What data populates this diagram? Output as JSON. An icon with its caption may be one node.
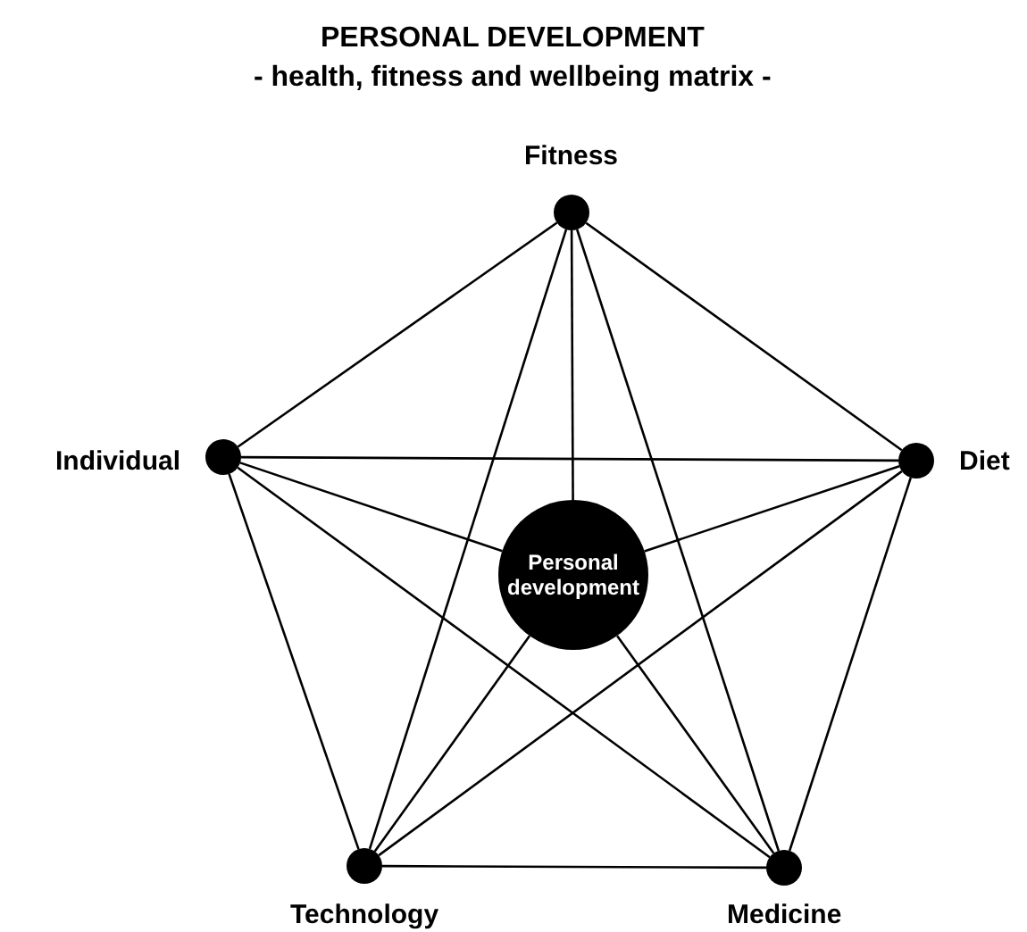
{
  "diagram": {
    "title": "PERSONAL DEVELOPMENT",
    "nodes": [
      {
        "text": [],
        "shape": "circle",
        "beside": [
          "Fitness"
        ]
      },
      {
        "text": [],
        "shape": "circle",
        "beside": [
          "Individual"
        ]
      },
      {
        "text": [],
        "shape": "circle",
        "beside": [
          "Diet"
        ]
      },
      {
        "text": [
          "Personal development"
        ]
      },
      {
        "text": [],
        "shape": "circle",
        "beside": [
          "Technology"
        ]
      },
      {
        "text": [],
        "shape": "circle",
        "beside": [
          "Medicine"
        ]
      }
    ],
    "edges": [
      {
        "from": 0,
        "to": 1,
        "arrow": "none"
      },
      {
        "from": 0,
        "to": 2,
        "arrow": "none"
      },
      {
        "from": 0,
        "to": 4,
        "arrow": "none"
      },
      {
        "from": 0,
        "to": 5,
        "arrow": "none"
      },
      {
        "from": 0,
        "to": 3,
        "arrow": "none"
      },
      {
        "from": 1,
        "to": 2,
        "arrow": "none"
      },
      {
        "from": 1,
        "to": 4,
        "arrow": "none"
      },
      {
        "from": 1,
        "to": 5,
        "arrow": "none"
      },
      {
        "from": 1,
        "to": 3,
        "arrow": "none"
      },
      {
        "from": 2,
        "to": 4,
        "arrow": "none"
      },
      {
        "from": 2,
        "to": 5,
        "arrow": "none"
      },
      {
        "from": 2,
        "to": 3,
        "arrow": "none"
      },
      {
        "from": 4,
        "to": 5,
        "arrow": "none"
      },
      {
        "from": 4,
        "to": 3,
        "arrow": "none"
      },
      {
        "from": 5,
        "to": 3,
        "arrow": "none"
      }
    ],
    "labels": [
      "- health, fitness and wellbeing matrix -"
    ]
  }
}
